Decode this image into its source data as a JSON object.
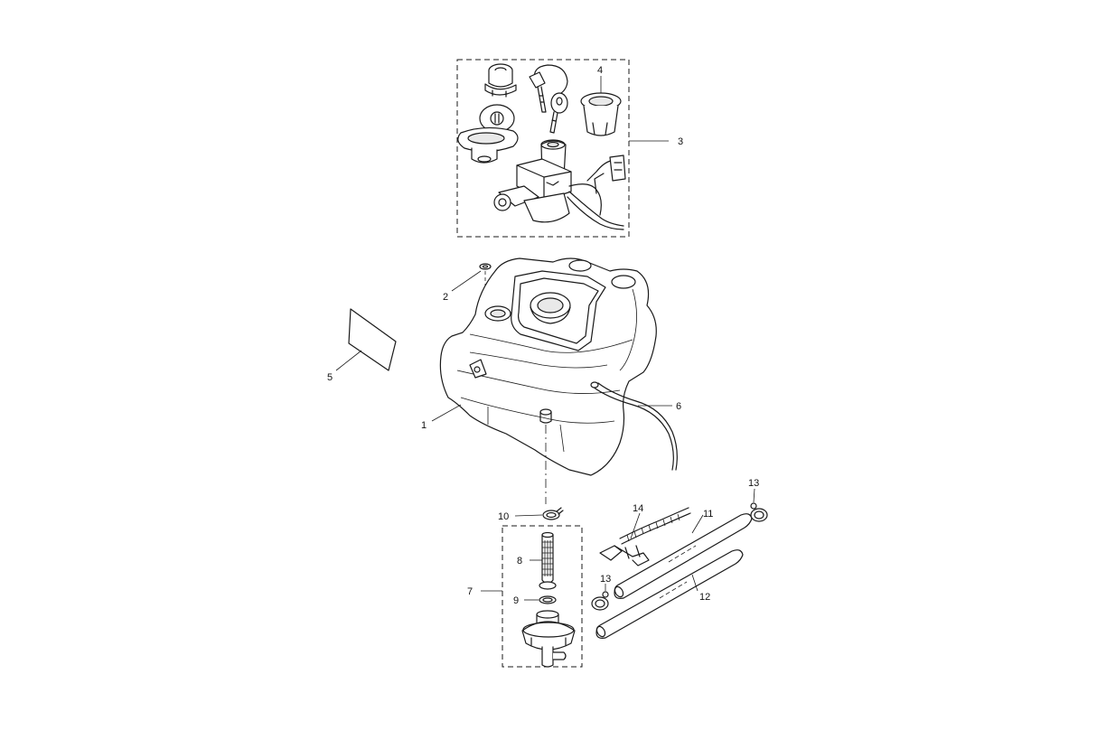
{
  "diagram": {
    "background": "#ffffff",
    "line_color": "#1a1a1a",
    "callouts": {
      "c1": "1",
      "c2": "2",
      "c3": "3",
      "c4": "4",
      "c5": "5",
      "c6": "6",
      "c7": "7",
      "c8": "8",
      "c9": "9",
      "c10": "10",
      "c11": "11",
      "c12": "12",
      "c13a": "13",
      "c13b": "13",
      "c14": "14"
    }
  }
}
